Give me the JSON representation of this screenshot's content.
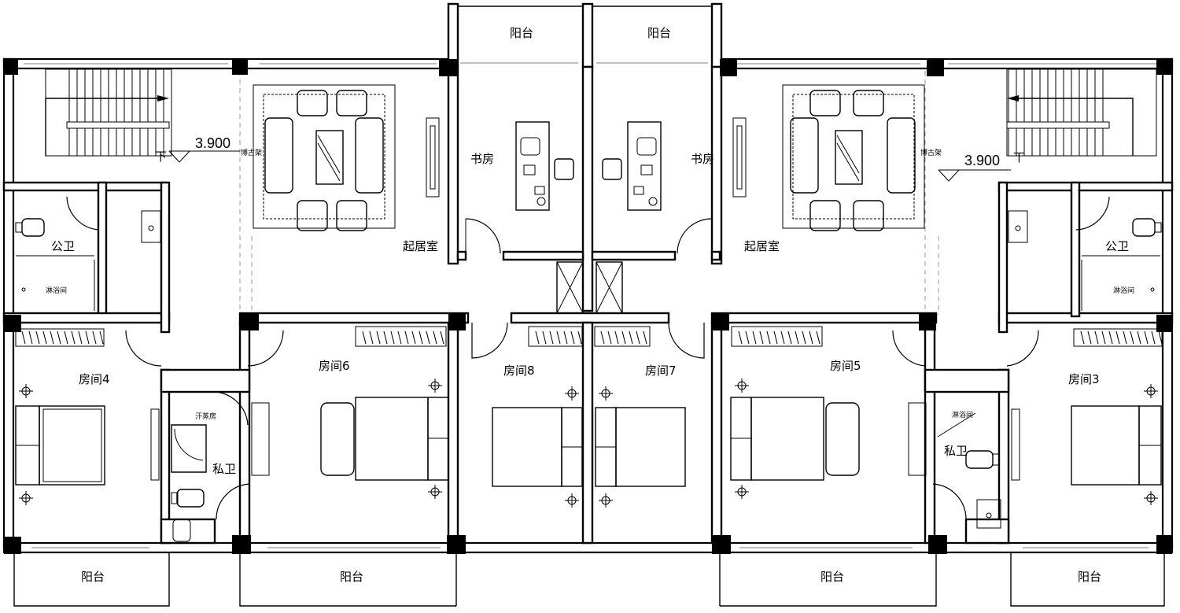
{
  "labels": {
    "balcony": "阳台",
    "study": "书房",
    "living": "起居室",
    "public_bath": "公卫",
    "shower": "淋浴间",
    "private_bath": "私卫",
    "sauna": "汗蒸房",
    "curio_shelf": "博古架",
    "elevation": "3.900",
    "down": "下",
    "rooms": [
      "房间4",
      "房间6",
      "房间8",
      "房间7",
      "房间5",
      "房间3"
    ]
  }
}
